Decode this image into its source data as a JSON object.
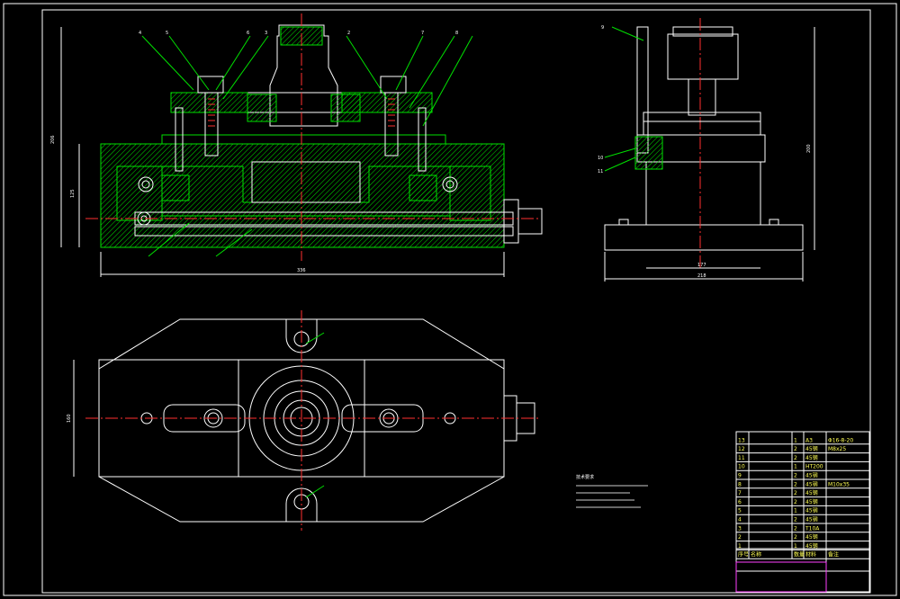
{
  "bom": {
    "rows": [
      {
        "no": "13",
        "name": "",
        "qty": "1",
        "mat": "A3",
        "std": "Φ16-8-20"
      },
      {
        "no": "12",
        "name": "",
        "qty": "2",
        "mat": "45钢",
        "std": "M8x25"
      },
      {
        "no": "11",
        "name": "",
        "qty": "2",
        "mat": "45钢",
        "std": ""
      },
      {
        "no": "10",
        "name": "",
        "qty": "1",
        "mat": "HT200",
        "std": ""
      },
      {
        "no": "9",
        "name": "",
        "qty": "2",
        "mat": "45钢",
        "std": ""
      },
      {
        "no": "8",
        "name": "",
        "qty": "2",
        "mat": "45钢",
        "std": "M10x35"
      },
      {
        "no": "7",
        "name": "",
        "qty": "2",
        "mat": "45钢",
        "std": ""
      },
      {
        "no": "6",
        "name": "",
        "qty": "2",
        "mat": "45钢",
        "std": ""
      },
      {
        "no": "5",
        "name": "",
        "qty": "1",
        "mat": "45钢",
        "std": ""
      },
      {
        "no": "4",
        "name": "",
        "qty": "2",
        "mat": "45钢",
        "std": ""
      },
      {
        "no": "3",
        "name": "",
        "qty": "2",
        "mat": "T10A",
        "std": ""
      },
      {
        "no": "2",
        "name": "",
        "qty": "2",
        "mat": "45钢",
        "std": ""
      },
      {
        "no": "1",
        "name": "",
        "qty": "1",
        "mat": "45钢",
        "std": ""
      }
    ],
    "header": {
      "no": "序号",
      "name": "名称",
      "qty": "数量",
      "mat": "材料",
      "std": "备注"
    }
  },
  "tech_notes": {
    "title": "技术要求",
    "lines": [
      "",
      "",
      "",
      ""
    ]
  },
  "callouts_front": [
    "4",
    "5",
    "6",
    "3",
    "2",
    "7",
    "8"
  ],
  "callouts_side": [
    "9",
    "10",
    "11"
  ],
  "colors": {
    "outline": "#ffffff",
    "green": "#00e000",
    "center": "#ff3030",
    "yellow": "#ffff00",
    "magenta": "#ff40ff"
  }
}
